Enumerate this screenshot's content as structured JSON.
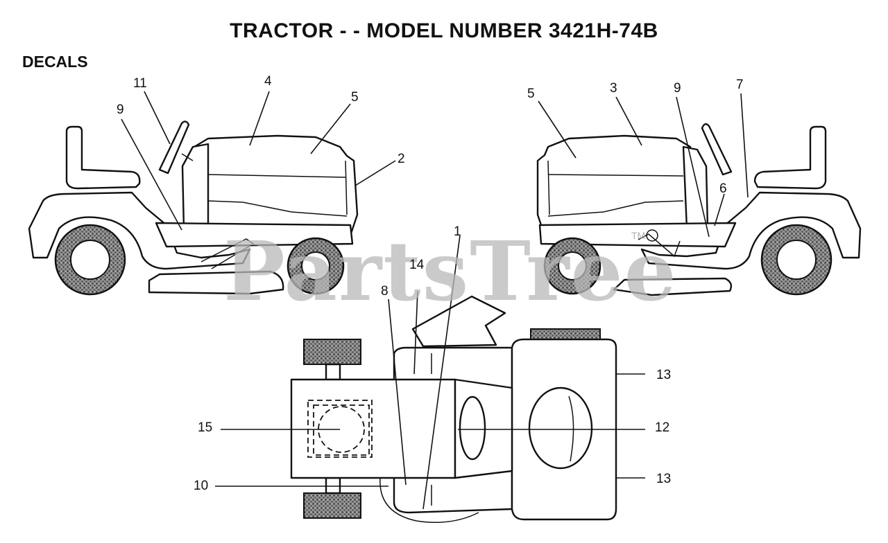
{
  "title": "TRACTOR - - MODEL NUMBER 3421H-74B",
  "section_label": "DECALS",
  "watermark": "PartsTree",
  "watermark_tm": "TM",
  "callouts": {
    "left_11": "11",
    "left_4": "4",
    "left_5": "5",
    "left_9": "9",
    "left_2": "2",
    "right_5": "5",
    "right_3": "3",
    "right_9": "9",
    "right_7": "7",
    "right_6": "6",
    "top_1": "1",
    "top_14": "14",
    "top_8": "8",
    "top_13a": "13",
    "top_15": "15",
    "top_12": "12",
    "top_10": "10",
    "top_13b": "13"
  },
  "colors": {
    "ink": "#111111",
    "watermark": "#b9b9b9",
    "tire_fill": "#9a9a9a"
  }
}
